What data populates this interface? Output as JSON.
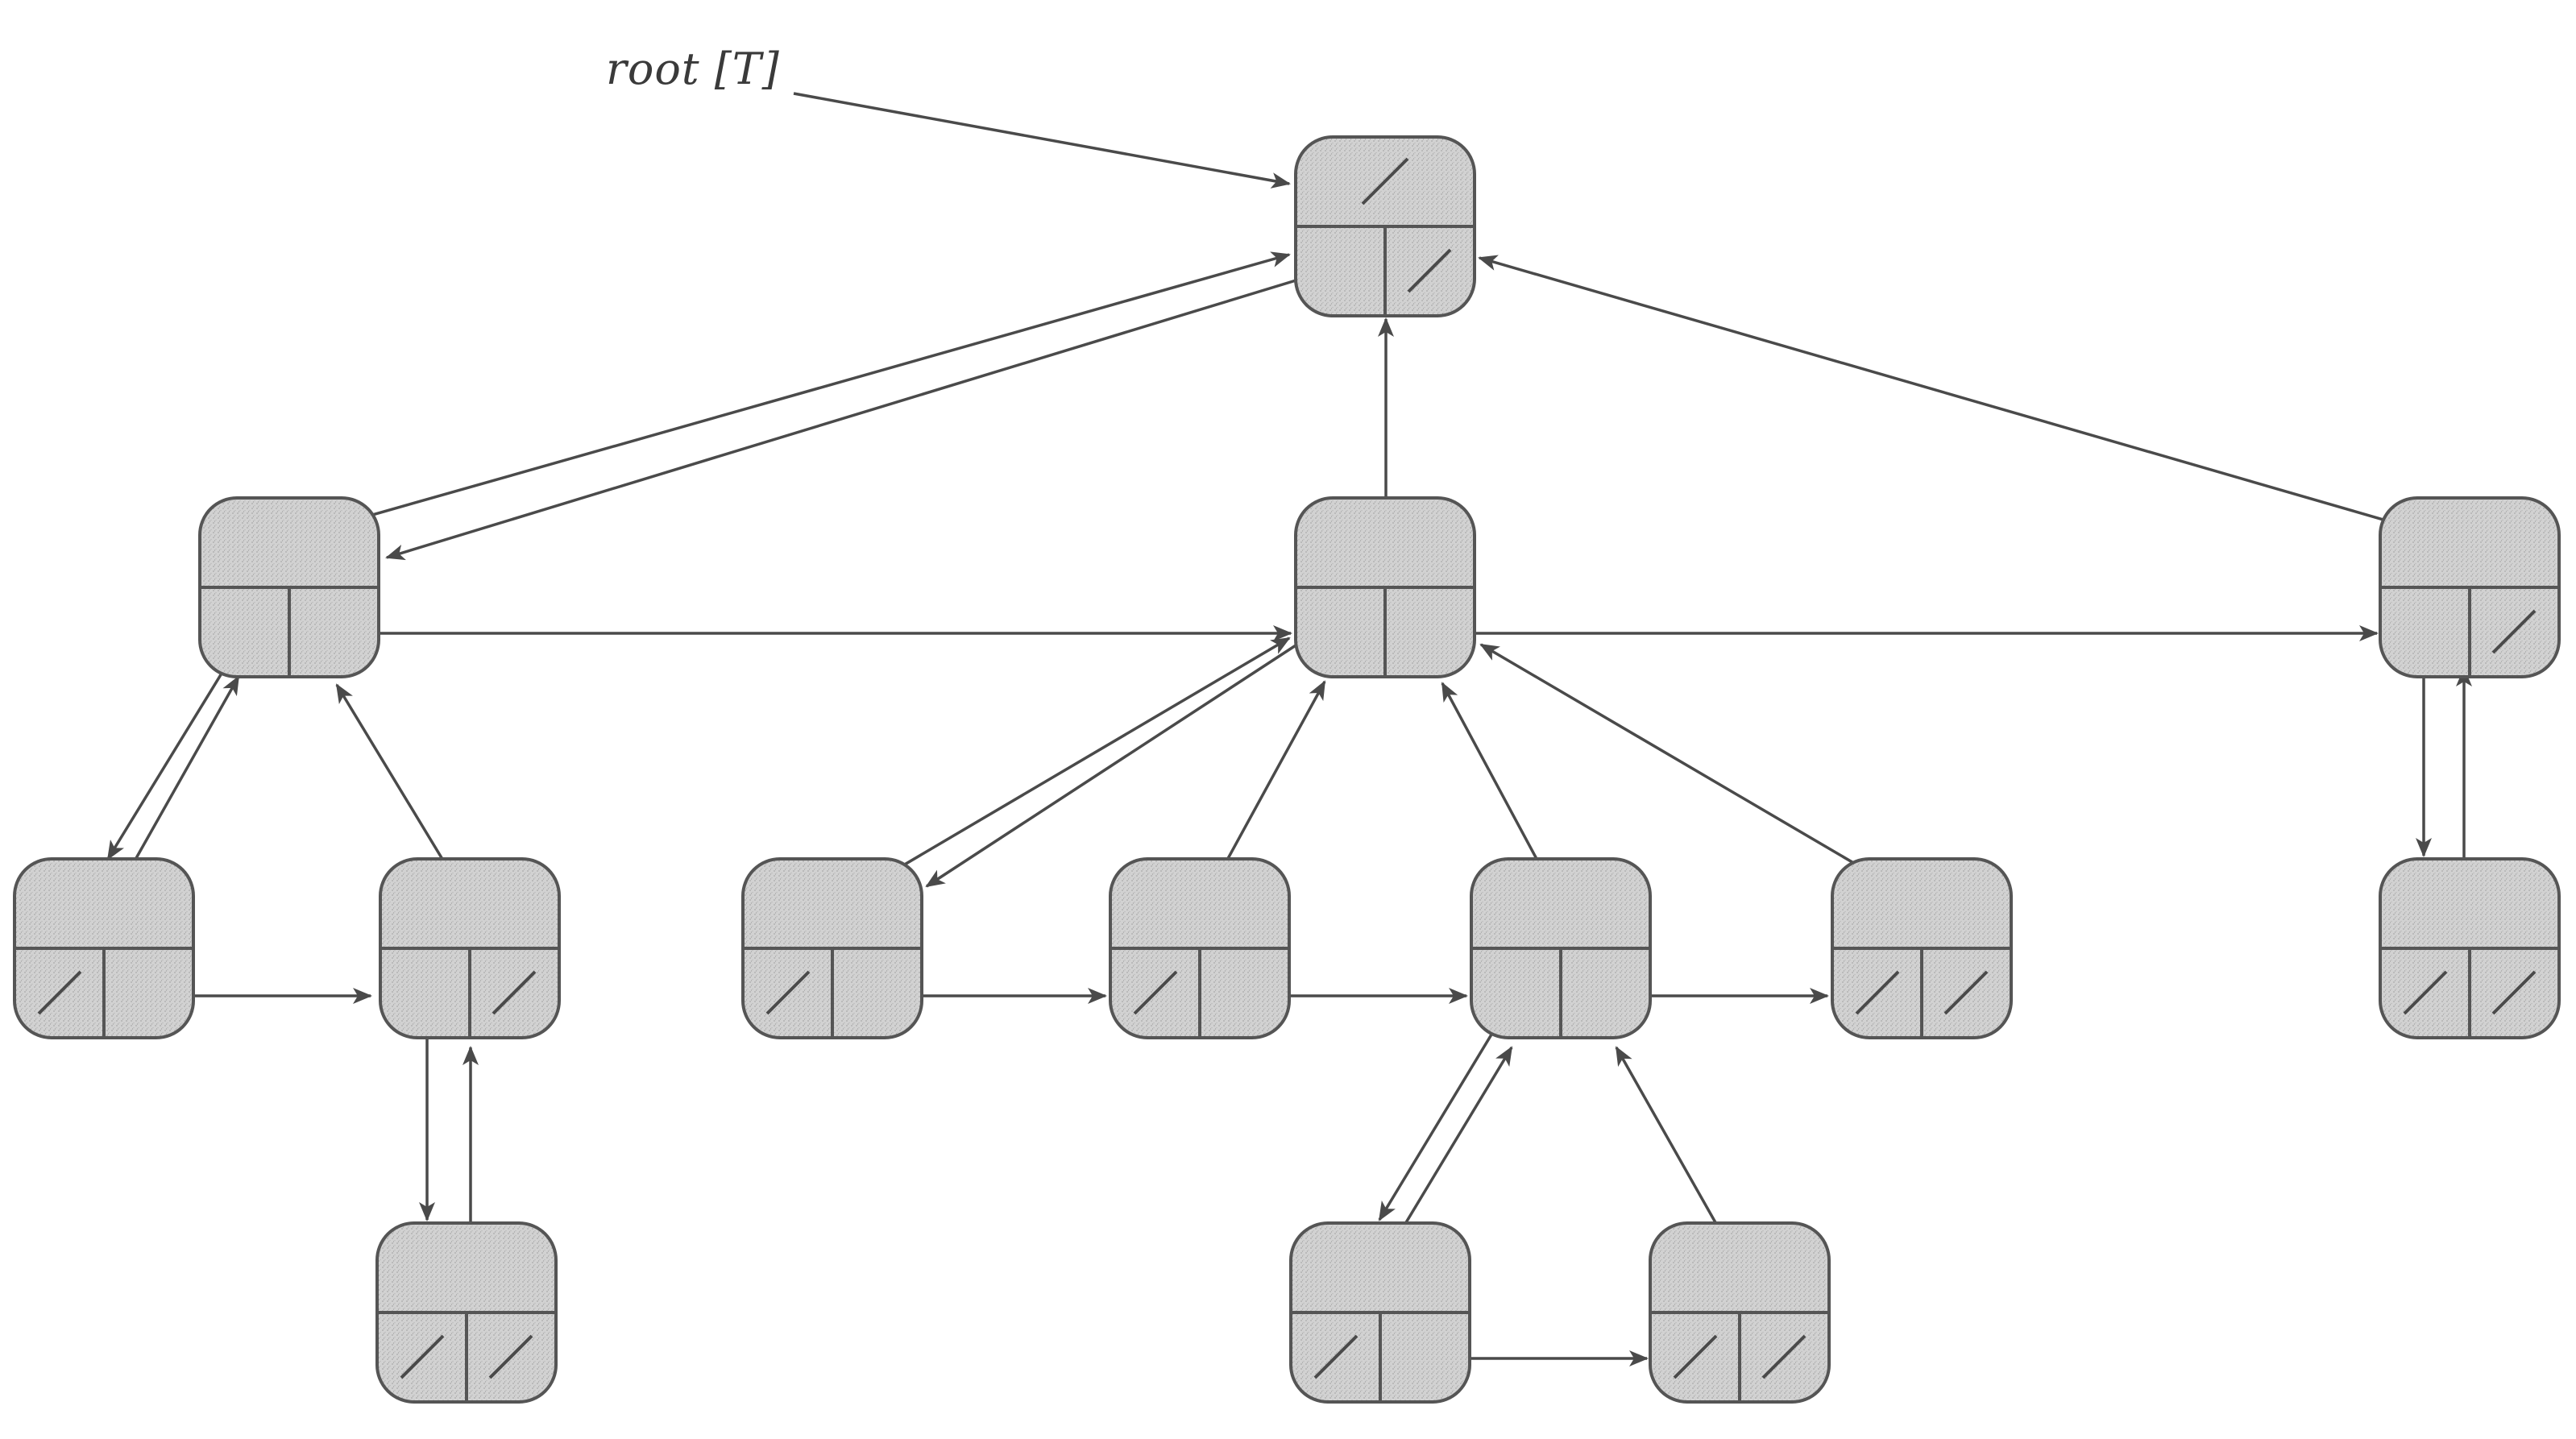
{
  "root_label": "root [T]",
  "colors": {
    "node_fill": "#cfcfcf",
    "node_stroke": "#555555",
    "arrow": "#4a4a4a"
  },
  "nodes": [
    {
      "id": "root",
      "parent_nil": true,
      "left_child_nil": false,
      "right_sibling_nil": true
    },
    {
      "id": "a",
      "parent_nil": false,
      "left_child_nil": false,
      "right_sibling_nil": false
    },
    {
      "id": "b",
      "parent_nil": false,
      "left_child_nil": false,
      "right_sibling_nil": false
    },
    {
      "id": "c",
      "parent_nil": false,
      "left_child_nil": false,
      "right_sibling_nil": true
    },
    {
      "id": "d",
      "parent_nil": false,
      "left_child_nil": true,
      "right_sibling_nil": false
    },
    {
      "id": "e",
      "parent_nil": false,
      "left_child_nil": false,
      "right_sibling_nil": true
    },
    {
      "id": "f",
      "parent_nil": false,
      "left_child_nil": true,
      "right_sibling_nil": false
    },
    {
      "id": "g",
      "parent_nil": false,
      "left_child_nil": true,
      "right_sibling_nil": false
    },
    {
      "id": "h",
      "parent_nil": false,
      "left_child_nil": false,
      "right_sibling_nil": false
    },
    {
      "id": "i",
      "parent_nil": false,
      "left_child_nil": true,
      "right_sibling_nil": true
    },
    {
      "id": "j",
      "parent_nil": false,
      "left_child_nil": true,
      "right_sibling_nil": true
    },
    {
      "id": "k",
      "parent_nil": false,
      "left_child_nil": true,
      "right_sibling_nil": true
    },
    {
      "id": "l",
      "parent_nil": false,
      "left_child_nil": true,
      "right_sibling_nil": false
    },
    {
      "id": "m",
      "parent_nil": false,
      "left_child_nil": true,
      "right_sibling_nil": true
    }
  ]
}
